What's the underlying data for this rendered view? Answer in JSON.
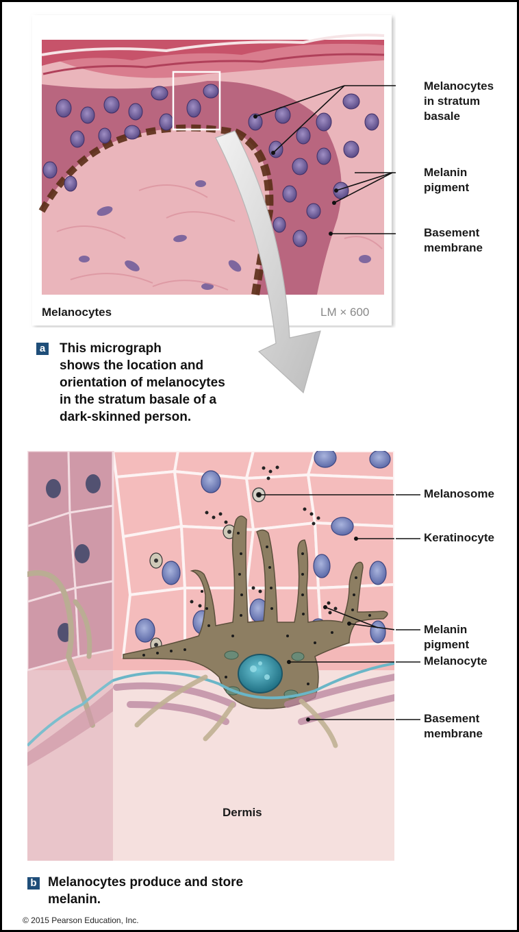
{
  "panel_a": {
    "badge": "a",
    "caption": "This micrograph\nshows the location and\norientation of melanocytes\nin the stratum basale of a\ndark-skinned person.",
    "micrograph_title": "Melanocytes",
    "magnification": "LM × 600",
    "labels": {
      "melanocytes_in_stratum_basale": "Melanocytes\nin stratum\nbasale",
      "melanin_pigment": "Melanin\npigment",
      "basement_membrane": "Basement\nmembrane"
    }
  },
  "panel_b": {
    "badge": "b",
    "caption": "Melanocytes produce and store\nmelanin.",
    "dermis_label": "Dermis",
    "labels": {
      "melanosome": "Melanosome",
      "keratinocyte": "Keratinocyte",
      "melanin_pigment": "Melanin\npigment",
      "melanocyte": "Melanocyte",
      "basement_membrane": "Basement\nmembrane"
    }
  },
  "copyright": "© 2015 Pearson Education, Inc.",
  "colors": {
    "tissue_pink": "#e8a4ae",
    "nucleus_purple": "#6d5a9a",
    "melanin_brown": "#5a2d17",
    "melanocyte_body": "#8d7e62",
    "melanocyte_nucleus": "#2f8fa4",
    "cell_fill": "#f3b8b8",
    "dermis": "#f5e0de",
    "badge_blue": "#1f4e79"
  }
}
